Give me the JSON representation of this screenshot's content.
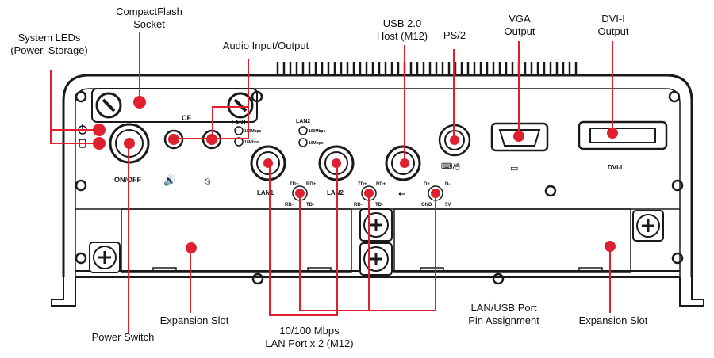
{
  "callouts": {
    "system_leds": [
      "System LEDs",
      "(Power, Storage)"
    ],
    "compactflash": [
      "CompactFlash",
      "Socket"
    ],
    "audio": "Audio Input/Output",
    "usb": [
      "USB 2.0",
      "Host (M12)"
    ],
    "ps2": "PS/2",
    "vga": [
      "VGA",
      "Output"
    ],
    "dvi": [
      "DVI-I",
      "Output"
    ],
    "power_switch": "Power Switch",
    "expansion_left": "Expansion Slot",
    "lan_port": [
      "10/100 Mbps",
      "LAN Port x 2 (M12)"
    ],
    "lan_usb_pin": [
      "LAN/USB Port",
      "Pin Assignment"
    ],
    "expansion_right": "Expansion Slot"
  },
  "panel_labels": {
    "cf": "CF",
    "on_off": "ON/OFF",
    "lan1_top": "LAN1",
    "lan2_top": "LAN2",
    "speed100": "100Mbps",
    "speed10": "10Mbps",
    "lan1": "LAN1",
    "lan2": "LAN2",
    "td_plus": "TD+",
    "rd_plus": "RD+",
    "rd_minus": "RD-",
    "td_minus": "TD-",
    "d_plus": "D+",
    "d_minus": "D-",
    "gnd": "GND",
    "v5": "5V",
    "dvi_i": "DVI-I"
  },
  "colors": {
    "accent": "#e0202e",
    "line": "#1a1a1a"
  }
}
